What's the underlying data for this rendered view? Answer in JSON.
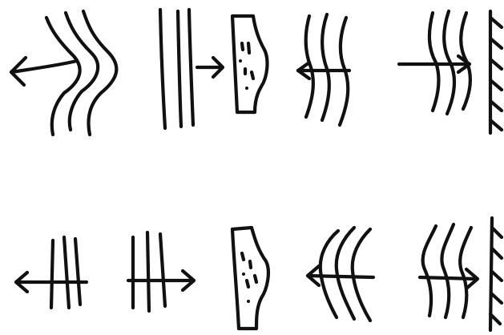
{
  "canvas": {
    "background": "#ffffff",
    "ink": "#111111"
  },
  "rows": [
    {
      "name": "top-row",
      "panels": [
        {
          "name": "arrow-left-through-curved-lines"
        },
        {
          "name": "straight-lines-arrow-to-lens"
        },
        {
          "name": "lens-shape"
        },
        {
          "name": "arrow-left-curved-lines"
        },
        {
          "name": "arrow-right-curved-lines-to-wall"
        }
      ]
    },
    {
      "name": "bottom-row",
      "panels": [
        {
          "name": "arrow-left-through-straight-lines"
        },
        {
          "name": "arrow-right-through-straight-lines"
        },
        {
          "name": "lens-shape"
        },
        {
          "name": "arrow-left-curved-lines"
        },
        {
          "name": "arrow-right-curved-lines-to-wall"
        }
      ]
    }
  ]
}
